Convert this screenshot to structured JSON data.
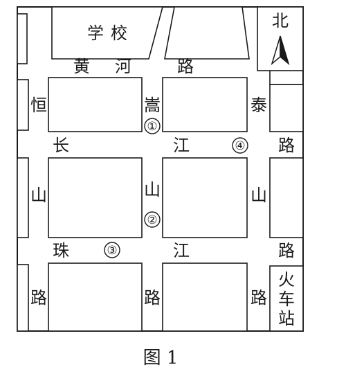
{
  "places": {
    "school": "学校",
    "station": [
      "火",
      "车",
      "站"
    ]
  },
  "compass": {
    "label": "北",
    "icon": "north-arrow-icon"
  },
  "roads": {
    "huanghe": [
      "黄",
      "河",
      "路"
    ],
    "changjiang": [
      "长",
      "江",
      "路"
    ],
    "zhujiang": [
      "珠",
      "江",
      "路"
    ],
    "hengshan": [
      "恒",
      "山",
      "路"
    ],
    "songshan": [
      "嵩",
      "山",
      "路"
    ],
    "taishan": [
      "泰",
      "山",
      "路"
    ]
  },
  "markers": [
    "①",
    "②",
    "③",
    "④"
  ],
  "caption": "图 1"
}
